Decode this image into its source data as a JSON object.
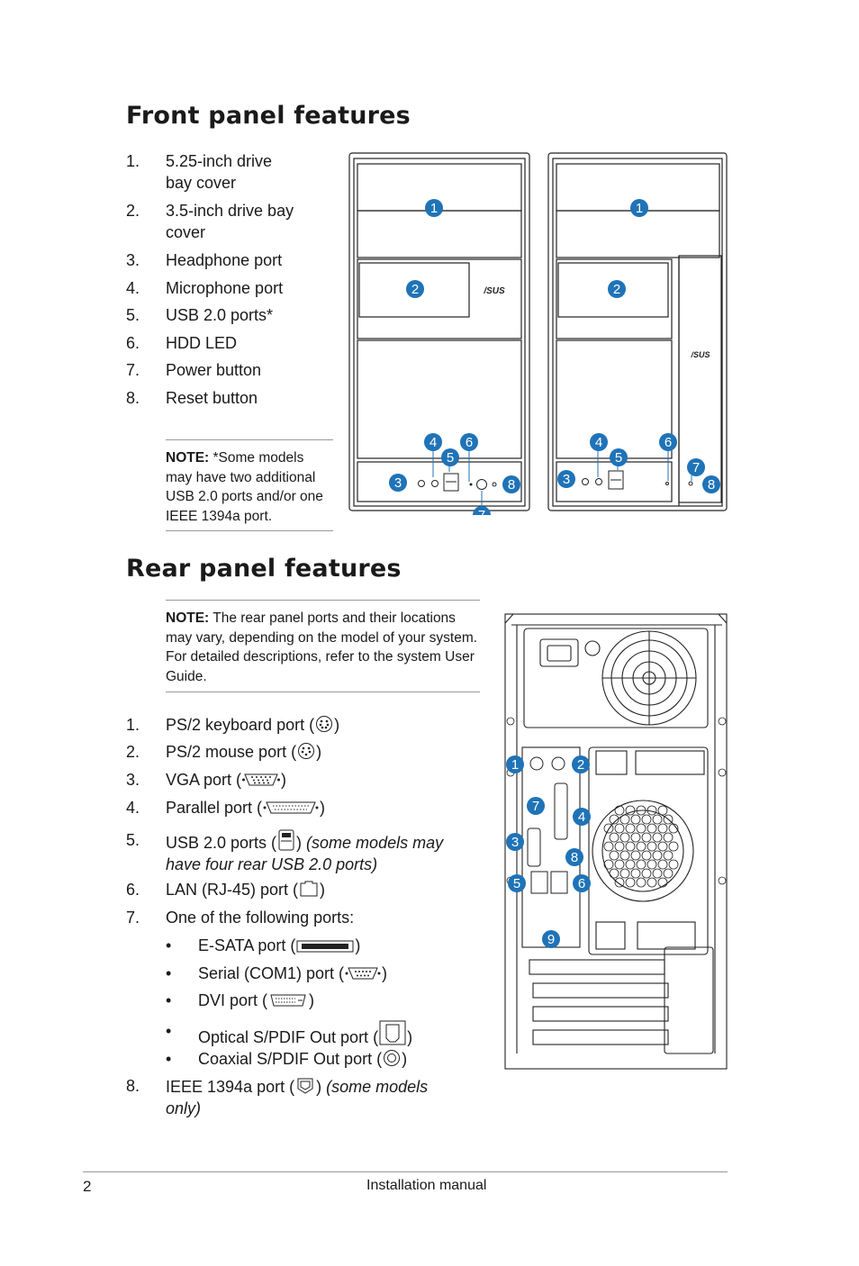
{
  "front": {
    "title": "Front panel features",
    "items": [
      {
        "num": "1.",
        "text": "5.25-inch drive bay cover"
      },
      {
        "num": "2.",
        "text": "3.5-inch drive bay cover"
      },
      {
        "num": "3.",
        "text": "Headphone port"
      },
      {
        "num": "4.",
        "text": "Microphone port"
      },
      {
        "num": "5.",
        "text": "USB 2.0 ports*"
      },
      {
        "num": "6.",
        "text": "HDD LED"
      },
      {
        "num": "7.",
        "text": "Power button"
      },
      {
        "num": "8.",
        "text": "Reset button"
      }
    ],
    "note_label": "NOTE:",
    "note_text": " *Some models may have two additional USB 2.0 ports and/or one IEEE 1394a port.",
    "brand": "/SUS"
  },
  "rear": {
    "title": "Rear panel features",
    "note_label": "NOTE:",
    "note_text": " The rear panel ports and their locations may vary, depending on the model of your system. For detailed descriptions, refer to the system User Guide.",
    "items": [
      {
        "num": "1.",
        "pre": "PS/2 keyboard port (",
        "post": ")"
      },
      {
        "num": "2.",
        "pre": "PS/2 mouse port (",
        "post": ")"
      },
      {
        "num": "3.",
        "pre": "VGA port (",
        "post": ")"
      },
      {
        "num": "4.",
        "pre": "Parallel port (",
        "post": ")"
      },
      {
        "num": "5.",
        "pre": "USB 2.0 ports (",
        "post": ") ",
        "italic": "(some models may have four rear USB 2.0 ports)"
      },
      {
        "num": "6.",
        "pre": "LAN (RJ-45) port (",
        "post": ")"
      },
      {
        "num": "7.",
        "pre": "One of the following ports:",
        "post": ""
      },
      {
        "num": "8.",
        "pre": "IEEE 1394a port (",
        "post": ") ",
        "italic": "(some models only)"
      }
    ],
    "subitems": [
      {
        "bullet": "•",
        "pre": "E-SATA port (",
        "post": ")"
      },
      {
        "bullet": "•",
        "pre": "Serial (COM1) port (",
        "post": ")"
      },
      {
        "bullet": "•",
        "pre": "DVI port (",
        "post": ")"
      },
      {
        "bullet": "•",
        "pre": "Optical S/PDIF Out port (",
        "post": ")"
      },
      {
        "bullet": "•",
        "pre": "Coaxial S/PDIF Out port (",
        "post": ")"
      }
    ]
  },
  "callouts": {
    "c1": "1",
    "c2": "2",
    "c3": "3",
    "c4": "4",
    "c5": "5",
    "c6": "6",
    "c7": "7",
    "c8": "8",
    "c9": "9"
  },
  "footer": {
    "page": "2",
    "title": "Installation manual"
  },
  "colors": {
    "callout": "#1f73b7",
    "line": "#222222"
  }
}
